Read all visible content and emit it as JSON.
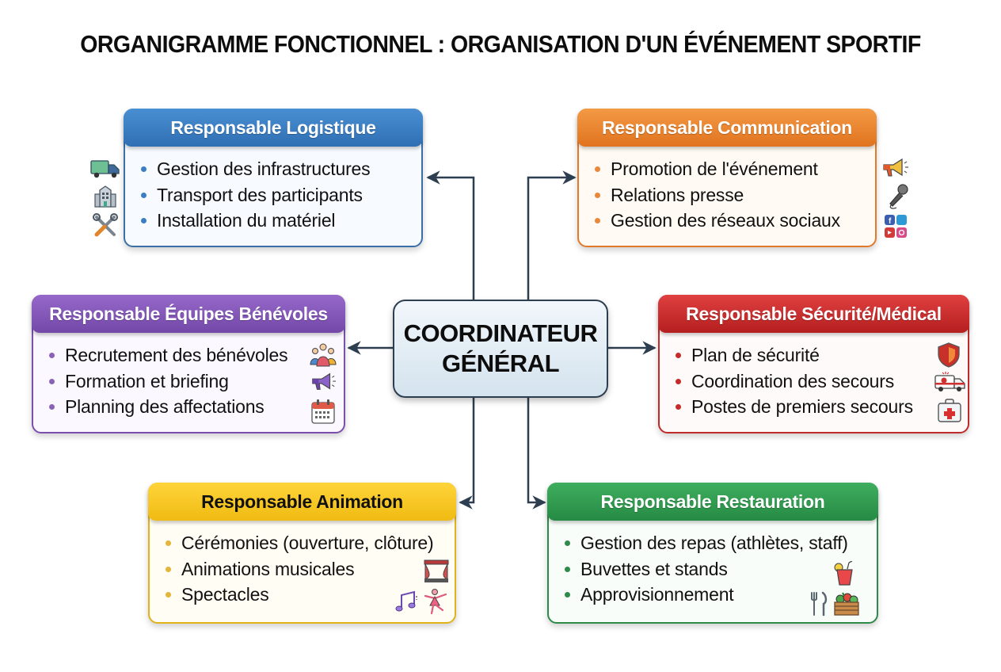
{
  "title": "ORGANIGRAMME FONCTIONNEL : ORGANISATION D'UN ÉVÉNEMENT SPORTIF",
  "center": {
    "line1": "COORDINATEUR",
    "line2": "GÉNÉRAL"
  },
  "colors": {
    "logistique": "#2f6fb3",
    "communication": "#e0731f",
    "benevoles": "#7448a8",
    "securite": "#b51f1f",
    "animation": "#f0bb12",
    "restauration": "#268a44",
    "connector": "#2d3e50"
  },
  "nodes": {
    "logistique": {
      "title": "Responsable Logistique",
      "items": [
        "Gestion des infrastructures",
        "Transport des participants",
        "Installation du matériel"
      ],
      "icons": [
        "truck-icon",
        "building-icon",
        "tools-icon"
      ]
    },
    "communication": {
      "title": "Responsable Communication",
      "items": [
        "Promotion de l'événement",
        "Relations presse",
        "Gestion des réseaux sociaux"
      ],
      "icons": [
        "megaphone-icon",
        "microphone-icon",
        "social-media-icon"
      ]
    },
    "benevoles": {
      "title": "Responsable Équipes Bénévoles",
      "items": [
        "Recrutement des bénévoles",
        "Formation et briefing",
        "Planning des affectations"
      ],
      "icons": [
        "people-group-icon",
        "megaphone-icon",
        "calendar-icon"
      ]
    },
    "securite": {
      "title": "Responsable Sécurité/Médical",
      "items": [
        "Plan de sécurité",
        "Coordination des secours",
        "Postes de premiers secours"
      ],
      "icons": [
        "shield-icon",
        "ambulance-icon",
        "first-aid-kit-icon"
      ]
    },
    "animation": {
      "title": "Responsable Animation",
      "items": [
        "Cérémonies (ouverture, clôture)",
        "Animations musicales",
        "Spectacles"
      ],
      "icons": [
        "stage-curtain-icon",
        "music-notes-icon",
        "dancer-icon"
      ]
    },
    "restauration": {
      "title": "Responsable Restauration",
      "items": [
        "Gestion des repas (athlètes, staff)",
        "Buvettes et stands",
        "Approvisionnement"
      ],
      "icons": [
        "drink-icon",
        "cutlery-icon",
        "produce-crate-icon"
      ]
    }
  }
}
